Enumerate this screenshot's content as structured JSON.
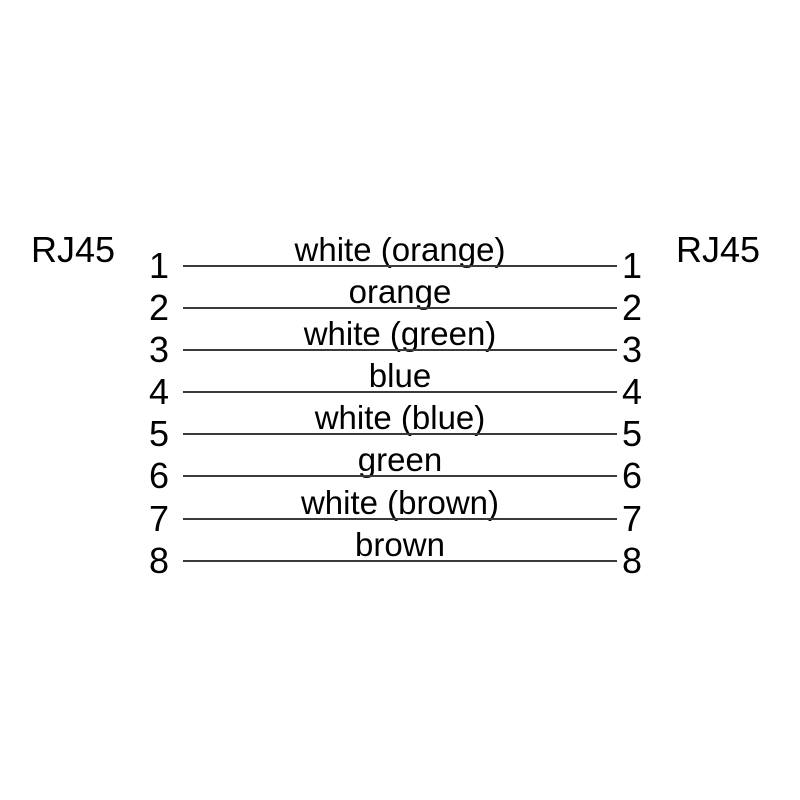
{
  "diagram": {
    "connector_left": "RJ45",
    "connector_right": "RJ45",
    "wires": [
      {
        "left_pin": "1",
        "right_pin": "1",
        "label": "white (orange)"
      },
      {
        "left_pin": "2",
        "right_pin": "2",
        "label": "orange"
      },
      {
        "left_pin": "3",
        "right_pin": "3",
        "label": "white (green)"
      },
      {
        "left_pin": "4",
        "right_pin": "4",
        "label": "blue"
      },
      {
        "left_pin": "5",
        "right_pin": "5",
        "label": "white (blue)"
      },
      {
        "left_pin": "6",
        "right_pin": "6",
        "label": "green"
      },
      {
        "left_pin": "7",
        "right_pin": "7",
        "label": "white (brown)"
      },
      {
        "left_pin": "8",
        "right_pin": "8",
        "label": "brown"
      }
    ]
  },
  "colors": {
    "text": "#000000",
    "line": "#3a3a3a",
    "background": "#ffffff"
  }
}
